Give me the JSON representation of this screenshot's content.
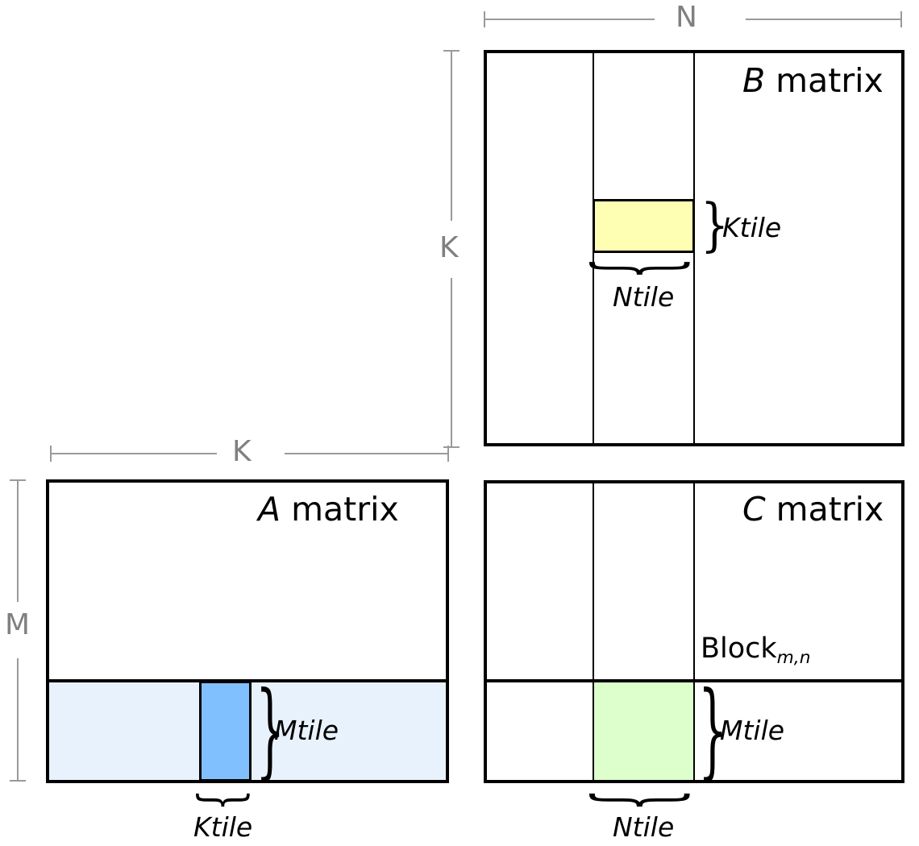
{
  "diagram": {
    "title_a": {
      "var": "A",
      "rest": " matrix"
    },
    "title_b": {
      "var": "B",
      "rest": " matrix"
    },
    "title_c": {
      "var": "C",
      "rest": " matrix"
    },
    "block_label": {
      "base": "Block",
      "sub": "m,n"
    },
    "dimensions": {
      "n": "N",
      "k_vertical": "K",
      "k_horizontal": "K",
      "m": "M"
    },
    "tiles": {
      "b_ktile": "Ktile",
      "b_ntile": "Ntile",
      "a_mtile": "Mtile",
      "a_ktile": "Ktile",
      "c_mtile": "Mtile",
      "c_ntile": "Ntile"
    },
    "braces": {
      "right": "}",
      "bottom": "}"
    },
    "colors": {
      "outline": "#000000",
      "dimension_gray": "#8a8a8a",
      "b_column_pale": "#fefef0",
      "b_ktile_yellow": "#ffffb3",
      "a_row_pale_blue": "#e8f2fd",
      "a_ktile_blue": "#80c0ff",
      "c_tile_green": "#ddffcc",
      "background": "#ffffff"
    }
  }
}
